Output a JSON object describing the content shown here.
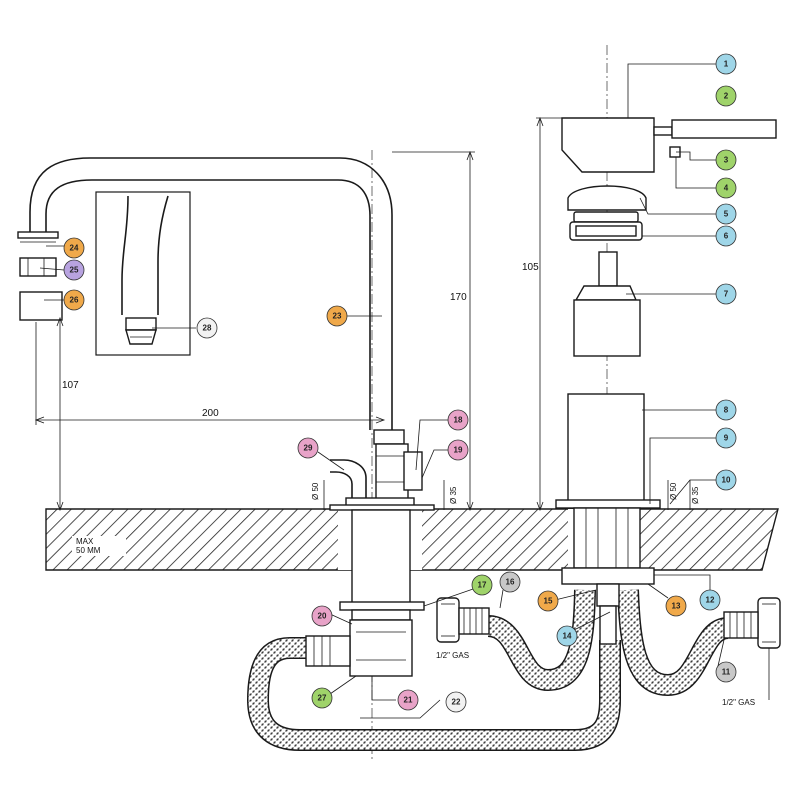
{
  "dimensions": {
    "height_main": "170",
    "height_top_part": "107",
    "reach": "200",
    "height_cartridge": "105",
    "dia_base_left": "Ø 50",
    "dia_hole_left": "Ø 35",
    "dia_base_right": "Ø 50",
    "dia_hole_right": "Ø 35"
  },
  "labels": {
    "surface_note": "MAX\n50 MM",
    "gas_left": "1/2\" GAS",
    "gas_right": "1/2\" GAS"
  },
  "callouts": [
    {
      "num": "1",
      "color": "#9fd6e8"
    },
    {
      "num": "2",
      "color": "#9fd36a"
    },
    {
      "num": "3",
      "color": "#9fd36a"
    },
    {
      "num": "4",
      "color": "#9fd36a"
    },
    {
      "num": "5",
      "color": "#9fd6e8"
    },
    {
      "num": "6",
      "color": "#9fd6e8"
    },
    {
      "num": "7",
      "color": "#9fd6e8"
    },
    {
      "num": "8",
      "color": "#9fd6e8"
    },
    {
      "num": "9",
      "color": "#9fd6e8"
    },
    {
      "num": "10",
      "color": "#9fd6e8"
    },
    {
      "num": "11",
      "color": "#c8c8c8"
    },
    {
      "num": "12",
      "color": "#9fd6e8"
    },
    {
      "num": "13",
      "color": "#f0a94a"
    },
    {
      "num": "14",
      "color": "#9fd6e8"
    },
    {
      "num": "15",
      "color": "#f0a94a"
    },
    {
      "num": "16",
      "color": "#c8c8c8"
    },
    {
      "num": "17",
      "color": "#9fd36a"
    },
    {
      "num": "18",
      "color": "#e8a3c8"
    },
    {
      "num": "19",
      "color": "#e8a3c8"
    },
    {
      "num": "20",
      "color": "#e8a3c8"
    },
    {
      "num": "21",
      "color": "#e8a3c8"
    },
    {
      "num": "22",
      "color": "#f2f2f2"
    },
    {
      "num": "23",
      "color": "#f0a94a"
    },
    {
      "num": "24",
      "color": "#f0a94a"
    },
    {
      "num": "25",
      "color": "#b8a3e0"
    },
    {
      "num": "26",
      "color": "#f0a94a"
    },
    {
      "num": "27",
      "color": "#9fd36a"
    },
    {
      "num": "28",
      "color": "#f2f2f2"
    },
    {
      "num": "29",
      "color": "#e8a3c8"
    }
  ]
}
